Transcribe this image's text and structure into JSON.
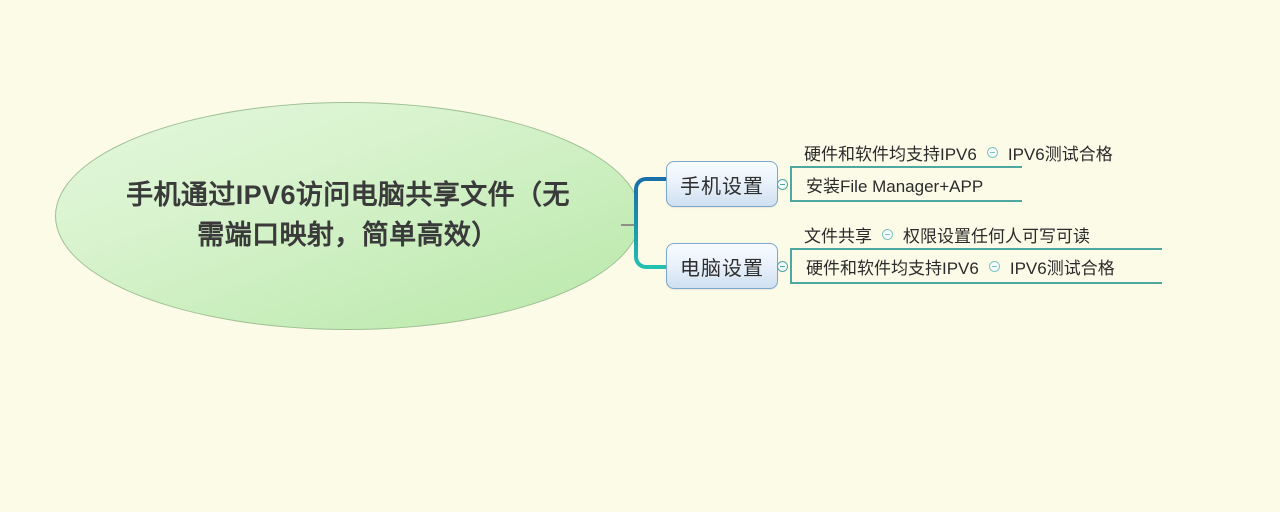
{
  "canvas": {
    "background_color": "#fcfbe8"
  },
  "root": {
    "label": "手机通过IPV6访问电脑共享文件（无需端口映射，简单高效）",
    "fill_color": "#c9eeb8",
    "border_color": "#9fbf93",
    "text_color": "#3a3a3a"
  },
  "connector": {
    "bracket_top_color": "#1a6ea8",
    "bracket_bottom_color": "#23c2b0",
    "stub_color": "#8f8f85",
    "leaf_border_color": "#4fa8a0",
    "toggle_icon": "collapse-toggle-icon"
  },
  "branches": [
    {
      "id": "phone",
      "label": "手机设置",
      "fill_color": "#eaf2fb",
      "border_color": "#7ba7d0",
      "leaves": [
        {
          "text": "硬件和软件均支持IPV6",
          "child": "IPV6测试合格"
        },
        {
          "text": "安装File Manager+APP",
          "child": null
        }
      ]
    },
    {
      "id": "pc",
      "label": "电脑设置",
      "fill_color": "#eaf2fb",
      "border_color": "#7ba7d0",
      "leaves": [
        {
          "text": "文件共享",
          "child": "权限设置任何人可写可读"
        },
        {
          "text": "硬件和软件均支持IPV6",
          "child": "IPV6测试合格"
        }
      ]
    }
  ]
}
